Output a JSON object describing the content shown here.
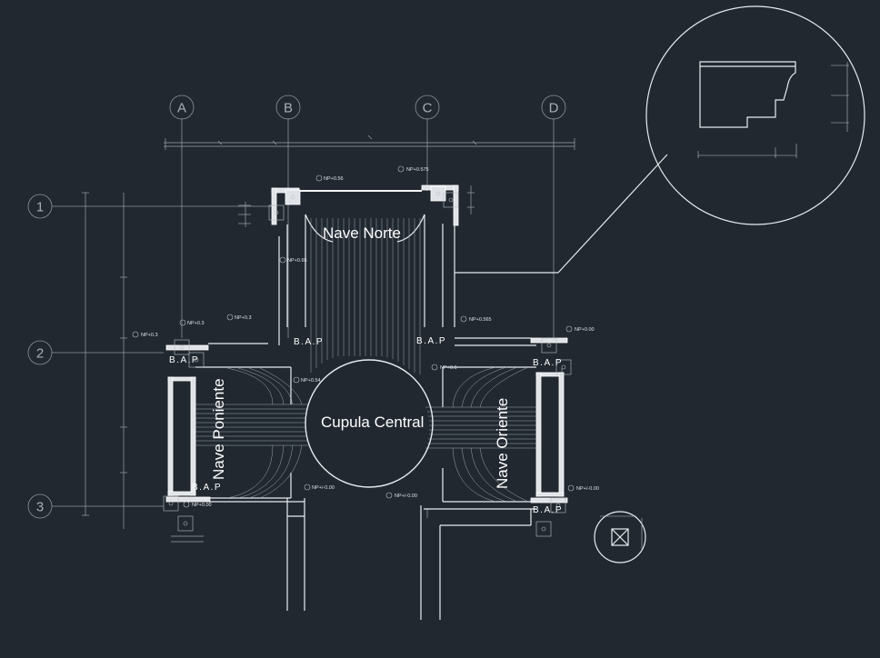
{
  "grid": {
    "columns": [
      "A",
      "B",
      "C",
      "D"
    ],
    "rows": [
      "1",
      "2",
      "3"
    ]
  },
  "labels": {
    "nave_norte": "Nave Norte",
    "nave_poniente": "Nave Poniente",
    "nave_oriente": "Nave Oriente",
    "cupula": "Cupula Central"
  },
  "bap": "B.A.P",
  "levels": {
    "n1": "NP+0.56",
    "n2": "NP+0.575",
    "n3": "NP+0.65",
    "n4": "NP+0.3",
    "n5": "NP+0.3",
    "n6": "NP+0.3",
    "n7": "NP+0.565",
    "n8": "NP+0.00",
    "n9": "NP+0.54",
    "n10": "NP+0.6",
    "n11": "NP+0.00",
    "n12": "NP+/-0.00",
    "n13": "NP+/-0.00",
    "n14": "NP+/-0.00"
  },
  "colors": {
    "background": "#212830",
    "lines": "#e8ecef",
    "grid": "#8a929a"
  }
}
